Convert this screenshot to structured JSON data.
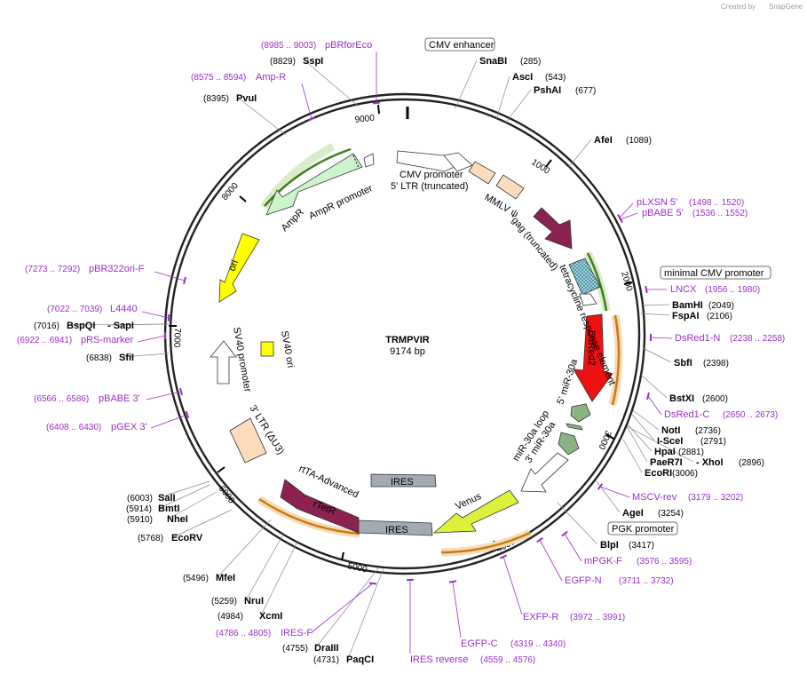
{
  "credit": {
    "prefix": "Created by",
    "brand": "SnapGene"
  },
  "map": {
    "name": "TRMPVIR",
    "length": "9174 bp",
    "ticks": [
      "1000",
      "2000",
      "3000",
      "4000",
      "5000",
      "6000",
      "7000",
      "8000",
      "9000"
    ]
  },
  "sites": [
    {
      "name": "SnaBI",
      "pos": "(285)"
    },
    {
      "name": "AscI",
      "pos": "(543)"
    },
    {
      "name": "PshAI",
      "pos": "(677)"
    },
    {
      "name": "AfeI",
      "pos": "(1089)"
    },
    {
      "name": "BamHI",
      "pos": "(2049)"
    },
    {
      "name": "FspAI",
      "pos": "(2106)"
    },
    {
      "name": "SbfI",
      "pos": "(2398)"
    },
    {
      "name": "BstXI",
      "pos": "(2600)"
    },
    {
      "name": "NotI",
      "pos": "(2736)"
    },
    {
      "name": "I-SceI",
      "pos": "(2791)"
    },
    {
      "name": "HpaI",
      "pos": "(2881)"
    },
    {
      "name": "PaeR7I",
      "pos": ""
    },
    {
      "name": "- XhoI",
      "pos": "(2896)"
    },
    {
      "name": "EcoRI",
      "pos": "(3006)"
    },
    {
      "name": "AgeI",
      "pos": "(3254)"
    },
    {
      "name": "BlpI",
      "pos": "(3417)"
    },
    {
      "name": "MfeI",
      "pos": "(5496)"
    },
    {
      "name": "NruI",
      "pos": "(5259)"
    },
    {
      "name": "XcmI",
      "pos": "(4984)"
    },
    {
      "name": "DraIII",
      "pos": "(4755)"
    },
    {
      "name": "PaqCI",
      "pos": "(4731)"
    },
    {
      "name": "SalI",
      "pos": "(6003)"
    },
    {
      "name": "BmtI",
      "pos": "(5914)"
    },
    {
      "name": "NheI",
      "pos": "(5910)"
    },
    {
      "name": "EcoRV",
      "pos": "(5768)"
    },
    {
      "name": "SfiI",
      "pos": "(6838)"
    },
    {
      "name": "BspQI",
      "pos": "(7016)"
    },
    {
      "name": "- SapI",
      "pos": ""
    },
    {
      "name": "PvuI",
      "pos": "(8395)"
    },
    {
      "name": "SspI",
      "pos": "(8829)"
    }
  ],
  "primers": [
    {
      "name": "pBRforEco",
      "pos": "(8985 .. 9003)"
    },
    {
      "name": "Amp-R",
      "pos": "(8575 .. 8594)"
    },
    {
      "name": "pLXSN 5'",
      "pos": "(1498 .. 1520)"
    },
    {
      "name": "pBABE 5'",
      "pos": "(1536 .. 1552)"
    },
    {
      "name": "LNCX",
      "pos": "(1956 .. 1980)"
    },
    {
      "name": "DsRed1-N",
      "pos": "(2238 .. 2258)"
    },
    {
      "name": "DsRed1-C",
      "pos": "(2650 .. 2673)"
    },
    {
      "name": "MSCV-rev",
      "pos": "(3179 .. 3202)"
    },
    {
      "name": "mPGK-F",
      "pos": "(3576 .. 3595)"
    },
    {
      "name": "EGFP-N",
      "pos": "(3711 .. 3732)"
    },
    {
      "name": "EXFP-R",
      "pos": "(3972 .. 3991)"
    },
    {
      "name": "EGFP-C",
      "pos": "(4319 .. 4340)"
    },
    {
      "name": "IRES reverse",
      "pos": "(4559 .. 4576)"
    },
    {
      "name": "IRES-F",
      "pos": "(4786 .. 4805)"
    },
    {
      "name": "pBR322ori-F",
      "pos": "(7273 .. 7292)"
    },
    {
      "name": "L4440",
      "pos": "(7022 .. 7039)"
    },
    {
      "name": "pRS-marker",
      "pos": "(6922 .. 6941)"
    },
    {
      "name": "pBABE 3'",
      "pos": "(6566 .. 6586)"
    },
    {
      "name": "pGEX 3'",
      "pos": "(6408 .. 6430)"
    }
  ],
  "boxed_features": {
    "cmv_enhancer": "CMV enhancer",
    "minimal_cmv": "minimal CMV promoter",
    "pgk": "PGK promoter"
  },
  "features": {
    "cmv_promoter": "CMV promoter",
    "ltr5": "5' LTR (truncated)",
    "mmlv": "MMLV ψ",
    "gag": "gag (truncated)",
    "tre": "tetracycline response element",
    "dsred2": "DsRed2",
    "mir30a_5": "5' miR-30a",
    "mir30a_loop": "miR-30a loop",
    "mir30a_3": "3' miR-30a",
    "venus": "Venus",
    "ires_inner": "IRES",
    "ires_outer": "IRES",
    "rtta": "rtTA-Advanced",
    "rtetr": "rTetR",
    "ltr3": "3' LTR (ΔU3)",
    "sv40_promoter": "SV40 promoter",
    "sv40_ori": "SV40 ori",
    "ori": "ori",
    "ampr": "AmpR",
    "ampr_promoter": "AmpR promoter"
  },
  "colors": {
    "primer": "#9b2fc9",
    "dsred": "#ee1111",
    "gag": "#8b2252",
    "venus": "#ddf03a",
    "ori": "#ffff00",
    "ampr": "#ccf5cc",
    "ltr": "#fddcbe",
    "tre": "#5fa8b8",
    "mir": "#8cb482",
    "ires": "#a3aab4",
    "orf_green": "#3c7d1e",
    "orf_orange": "#cd7814"
  }
}
